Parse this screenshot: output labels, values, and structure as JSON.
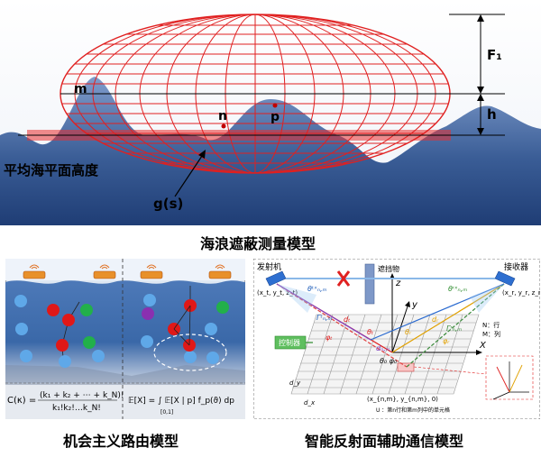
{
  "panel_top": {
    "labels": {
      "m": "m",
      "n": "n",
      "p": "p",
      "F1": "F₁",
      "h": "h",
      "sea_level": "平均海平面高度",
      "gs": "g(s)"
    },
    "caption": "海浪遮蔽测量模型",
    "colors": {
      "ellipsoid": "#e02020",
      "wave": "#5577aa",
      "sea": "#2d4f86"
    }
  },
  "panel_left": {
    "formula_left": "C(κ) = (k₁+k₂+⋯+k_N)! / (k₁! k₂! … k_N!)",
    "formula_left_num": "(k₁ + k₂ + ⋯ + k_N)!",
    "formula_left_den": "k₁!k₂!…k_N!",
    "formula_left_lhs": "C(κ) =",
    "formula_right": "𝔼[X] = ∫ 𝔼[X | p] f_p(ϑ) dp",
    "integral_sub": "[0,1]",
    "caption": "机会主义路由模型"
  },
  "panel_right": {
    "transmitter": "发射机",
    "tx_coord": "(x_t, y_t, z_t)",
    "obstacle": "遮挡物",
    "receiver": "接收器",
    "rx_coord": "(x_r, y_r, z_r)",
    "controller": "控制器",
    "legend_n": "N：行",
    "legend_m": "M：列",
    "unit_coord": "(x_{n,m}, y_{n,m}, 0)",
    "unit_note": "U ：第n行和第m列中的单元格",
    "axis_x": "X",
    "axis_y": "y",
    "axis_z": "z",
    "dy": "d_y",
    "dx": "d_x",
    "caption": "智能反射面辅助通信模型"
  }
}
